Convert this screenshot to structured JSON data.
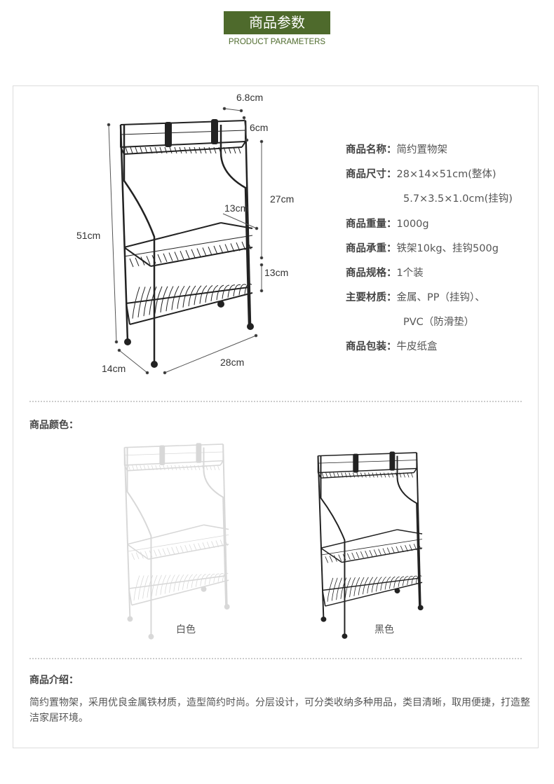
{
  "header": {
    "title": "商品参数",
    "subtitle": "PRODUCT PARAMETERS"
  },
  "dimensions": {
    "top_width": "6.8cm",
    "top_depth": "6cm",
    "total_height": "51cm",
    "mid_gap": "27cm",
    "shelf_depth": "13cm",
    "bottom_gap": "13cm",
    "depth": "14cm",
    "width": "28cm"
  },
  "specs": [
    {
      "label": "商品名称：",
      "value": "简约置物架"
    },
    {
      "label": "商品尺寸：",
      "value": "28×14×51cm(整体)"
    },
    {
      "label": "",
      "value": "5.7×3.5×1.0cm(挂钩)"
    },
    {
      "label": "商品重量：",
      "value": "1000g"
    },
    {
      "label": "商品承重：",
      "value": "铁架10kg、挂钩500g"
    },
    {
      "label": "商品规格：",
      "value": "1个装"
    },
    {
      "label": "主要材质：",
      "value": "金属、PP（挂钩）、"
    },
    {
      "label": "",
      "value": "PVC（防滑垫）"
    },
    {
      "label": "商品包装：",
      "value": "牛皮纸盒"
    }
  ],
  "colors": {
    "title": "商品颜色：",
    "options": [
      {
        "name": "白色",
        "hex": "#f2f2f2"
      },
      {
        "name": "黑色",
        "hex": "#222222"
      }
    ]
  },
  "intro": {
    "title": "商品介绍：",
    "text": "简约置物架，采用优良金属铁材质，造型简约时尚。分层设计，可分类收纳多种用品，类目清晰，取用便捷，打造整洁家居环境。"
  },
  "accent": "#4e6a2c"
}
